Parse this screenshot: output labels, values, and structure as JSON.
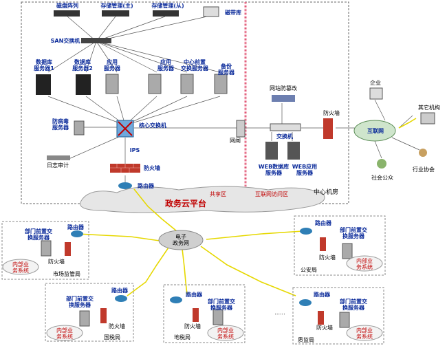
{
  "labels": {
    "disk_array": "磁盘阵列",
    "storage_main": "存储管理(主)",
    "storage_slave": "存储管理(从)",
    "tape_library": "磁带库",
    "san_switch": "SAN交换机",
    "db_server_1": "数据库\n服务器1",
    "db_server_2": "数据库\n服务器2",
    "app_server_1": "应用\n服务器",
    "app_server_2": "应用\n服务器",
    "front_exchange_server": "中心前置\n交换服务器",
    "backup_server": "备份\n服务器",
    "antivirus_server": "防病毒\n服务器",
    "core_switch": "核心交换机",
    "log_audit": "日志审计",
    "ips": "IPS",
    "firewall_main": "防火墙",
    "router_main": "路由器",
    "gateway": "网闸",
    "anti_tamper": "网站防篡改",
    "switch_web": "交换机",
    "web_db_server": "WEB数据库\n服务器",
    "web_app_server": "WEB应用\n服务器",
    "firewall_internet": "防火墙",
    "internet": "互联网",
    "enterprise": "企业",
    "other_org": "其它机构",
    "industry_assoc": "行业协会",
    "public": "社会公众",
    "data_center": "中心机房",
    "shared_zone": "共享区",
    "internet_access_zone": "互联网访问区",
    "gov_cloud": "政务云平台",
    "egov_net": "电子\n政务网",
    "ellipsis": "......"
  },
  "branches": [
    {
      "name": "市场监管局",
      "router": "路由器",
      "server": "部门前置交\n换服务器",
      "firewall": "防火墙",
      "internal": "内部业\n务系统"
    },
    {
      "name": "公安局",
      "router": "路由器",
      "server": "部门前置交\n换服务器",
      "firewall": "防火墙",
      "internal": "内部业\n务系统"
    },
    {
      "name": "国税局",
      "router": "路由器",
      "server": "部门前置交\n换服务器",
      "firewall": "防火墙",
      "internal": "内部业\n务系统"
    },
    {
      "name": "地税局",
      "router": "路由器",
      "server": "部门前置交\n换服务器",
      "firewall": "防火墙",
      "internal": "内部业\n务系统"
    },
    {
      "name": "质监局",
      "router": "路由器",
      "server": "部门前置交\n换服务器",
      "firewall": "防火墙",
      "internal": "内部业\n务系统"
    }
  ],
  "colors": {
    "router": "#2f7fb6",
    "firewall": "#c0392b",
    "cloud": "#e6e6e6",
    "zone_divider": "#e05070",
    "wan_link": "#e6d800",
    "title_red": "#c00000",
    "label_blue": "#0a2a9a"
  }
}
